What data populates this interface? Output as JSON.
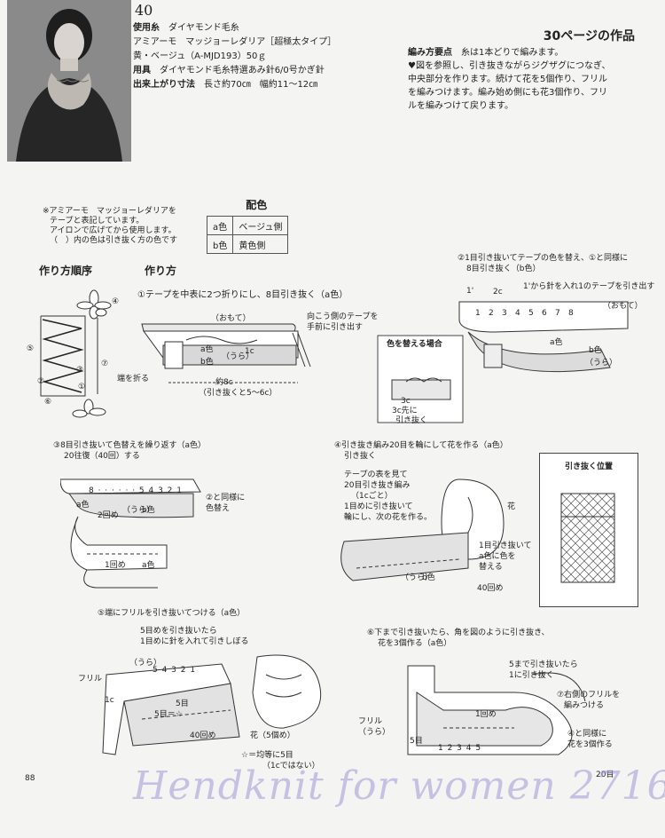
{
  "header": {
    "page_number": "40",
    "section_title": "30ページの作品"
  },
  "materials": {
    "yarn_label": "使用糸",
    "yarn_value": "ダイヤモンド毛糸",
    "yarn_line2": "アミアーモ　マッジョーレダリア［超極太タイプ］",
    "yarn_line3": "黄・ベージュ（A-MJD193）50ｇ",
    "tools_label": "用具",
    "tools_value": "ダイヤモンド毛糸特選あみ針6/0号かぎ針",
    "size_label": "出来上がり寸法",
    "size_value": "長さ約70㎝　幅約11～12㎝"
  },
  "instructions": {
    "title": "編み方要点",
    "title_note": "糸は1本どりで編みます。",
    "lines": [
      "♥図を参照し、引き抜きながらジグザグにつなぎ、",
      "中央部分を作ります。続けて花を5個作り、フリル",
      "を編みつけます。編み始め側にも花3個作り、フリ",
      "ルを編みつけて戻ります。"
    ]
  },
  "note": {
    "lines": [
      "※アミアーモ　マッジョーレダリアを",
      "テープと表記しています。",
      "アイロンで広げてから使用します。",
      "（　）内の色は引き抜く方の色です"
    ]
  },
  "color_table": {
    "title": "配色",
    "rows": [
      {
        "key": "a色",
        "value": "ベージュ側"
      },
      {
        "key": "b色",
        "value": "黄色側"
      }
    ]
  },
  "order": {
    "title": "作り方順序",
    "labels": [
      "④",
      "⑤",
      "⑦",
      "③",
      "②",
      "①",
      "⑥"
    ]
  },
  "method": {
    "title": "作り方",
    "step1": {
      "caption": "①テープを中表に2つ折りにし、8目引き抜く（a色）",
      "omote": "（おもて）",
      "ura": "（うら）",
      "far_tape": "向こう側のテープを",
      "far_tape2": "手前に引き出す",
      "fold": "端を折る",
      "length": "約8c",
      "length2": "（引き抜くと5～6c）",
      "a": "a色",
      "b": "b色",
      "c": "1c"
    },
    "step2": {
      "caption": "②1目引き抜いてテープの色を替え、①と同様に",
      "caption2": "8目引き抜く（b色）",
      "note": "1'から針を入れ1のテープを引き出す",
      "nums": [
        "1",
        "2",
        "3",
        "4",
        "5",
        "6",
        "7",
        "8"
      ],
      "top": "1'",
      "c2c": "2c",
      "omote": "（おもて）",
      "ura": "（うら）",
      "box_title": "色を替える場合",
      "box_3c": "3c",
      "box_note1": "3c先に",
      "box_note2": "引き抜く",
      "a": "a色",
      "b": "b色"
    },
    "step3": {
      "caption": "③8目引き抜いて色替えを繰り返す（a色）",
      "caption2": "20往復（40回）する",
      "side": "②と同様に",
      "side2": "色替え",
      "nums": "8 · · · · · · 5 4 3 2 1",
      "r2": "2回め",
      "r1": "1回め",
      "a": "a色",
      "b": "b色",
      "ura": "（うら）"
    },
    "step4": {
      "caption": "④引き抜き編み20目を輪にして花を作る（a色）",
      "sub1": "引き抜く",
      "sub2": "テープの表を見て",
      "sub3": "20目引き抜き編み",
      "sub4": "（1cごと）",
      "sub5": "1目めに引き抜いて",
      "sub6": "輪にし、次の花を作る。",
      "flower": "花",
      "note1": "1目引き抜いて",
      "note2": "a色に色を",
      "note3": "替える",
      "r40": "40回め",
      "ura": "（うら）",
      "b": "b色"
    },
    "pull_position": {
      "title": "引き抜く位置"
    },
    "step5": {
      "caption": "⑤端にフリルを引き抜いてつける（a色）",
      "sub1": "5目めを引き抜いたら",
      "sub2": "1目めに針を入れて引きしぼる",
      "frill": "フリル",
      "nums": "5  4  3  2  1",
      "star": "5目＝☆",
      "r40": "40回め",
      "flower5": "花（5個め）",
      "ura": "（うら）",
      "c": "1c",
      "star2": "☆＝均等に5目",
      "star3": "（1cではない）",
      "r5": "5目"
    },
    "step6": {
      "caption": "⑥下まで引き抜いたら、角を図のように引き抜き、",
      "caption2": "花を3個作る（a色）",
      "note1": "5まで引き抜いたら",
      "note2": "1に引き抜く",
      "note3": "⑦右側のフリルを",
      "note4": "編みつける",
      "note5": "④と同様に",
      "note6": "花を3個作る",
      "frill": "フリル",
      "ura": "（うら）",
      "r1": "1回め",
      "r5": "5目",
      "nums": "1  2  3  4  5",
      "r20": "20目"
    }
  },
  "footer": {
    "page_number": "88",
    "watermark": "Hendknit for women 2716"
  }
}
